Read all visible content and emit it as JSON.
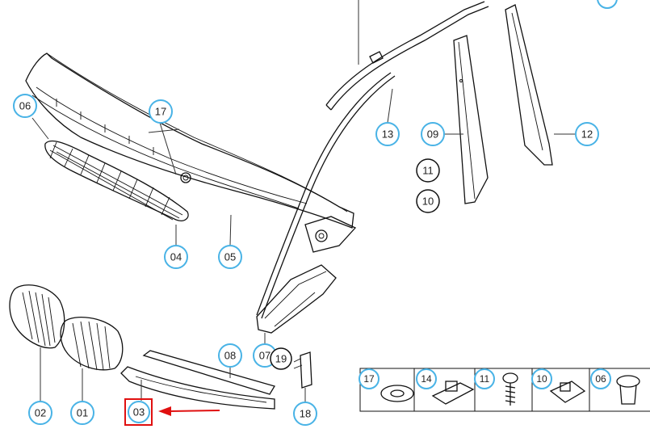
{
  "diagram": {
    "callouts": [
      {
        "id": "c06",
        "label": "06"
      },
      {
        "id": "c17",
        "label": "17"
      },
      {
        "id": "c04",
        "label": "04"
      },
      {
        "id": "c05",
        "label": "05"
      },
      {
        "id": "c13",
        "label": "13"
      },
      {
        "id": "c09",
        "label": "09"
      },
      {
        "id": "c11",
        "label": "11"
      },
      {
        "id": "c10",
        "label": "10"
      },
      {
        "id": "c12",
        "label": "12"
      },
      {
        "id": "c08",
        "label": "08"
      },
      {
        "id": "c07",
        "label": "07"
      },
      {
        "id": "c19",
        "label": "19"
      },
      {
        "id": "c02",
        "label": "02"
      },
      {
        "id": "c01",
        "label": "01"
      },
      {
        "id": "c03",
        "label": "03"
      },
      {
        "id": "c18",
        "label": "18"
      }
    ],
    "hardware_table": {
      "cells": [
        "17",
        "14",
        "11",
        "10",
        "06"
      ]
    },
    "highlight": {
      "label": "03",
      "color": "#e01010"
    },
    "accent_color": "#49b3e6"
  }
}
